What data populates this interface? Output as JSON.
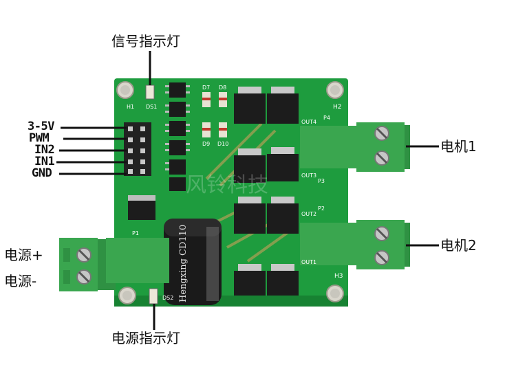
{
  "labels": {
    "signal_led": "信号指示灯",
    "power_led": "电源指示灯",
    "motor1": "电机1",
    "motor2": "电机2",
    "power_plus": "电源+",
    "power_minus": "电源-"
  },
  "pins": [
    "3-5V",
    "PWM",
    "IN2",
    "IN1",
    "GND"
  ],
  "watermark": "风铃科技",
  "silkscreen": {
    "h1": "H1",
    "h2": "H2",
    "h3": "H3",
    "ds1": "DS1",
    "ds2": "DS2",
    "d7": "D7",
    "d8": "D8",
    "d9": "D9",
    "d10": "D10",
    "out1": "OUT1",
    "out2": "OUT2",
    "out3": "OUT3",
    "out4": "OUT4",
    "p1": "P1",
    "p2": "P2",
    "p3": "P3",
    "p4": "P4"
  },
  "capacitor_text": "Hengxing CD110",
  "colors": {
    "pcb": "#1e9c3e",
    "pcb_dark": "#178232",
    "terminal": "#3aa64f",
    "leader_line": "#111111",
    "background": "#ffffff"
  }
}
